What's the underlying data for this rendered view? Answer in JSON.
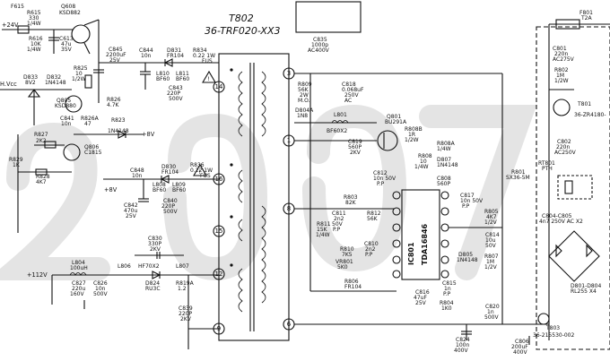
{
  "title": {
    "ref": "T802",
    "part": "36-TRF020-XX3"
  },
  "rails": {
    "v24": "+24V",
    "hvcc": "H.Vcc",
    "v8a": "+8V",
    "v8b": "+8V",
    "v112": "+112V"
  },
  "transformer": {
    "left_pins": [
      "14",
      "16",
      "15",
      "12",
      "9"
    ],
    "right_pins": [
      "3",
      "1",
      "8",
      "6"
    ]
  },
  "left": {
    "f615": "F615",
    "r615": "R615",
    "r615v": "330",
    "r615w": "1/4W",
    "q608": "Q608",
    "q608t": "KSD882",
    "r616": "R616",
    "r616v": "10K",
    "r616w": "1/4W",
    "c613": "C613",
    "c613v": "47u",
    "c613w": "35V",
    "c845": "C845",
    "c845v": "2200uF",
    "c845w": "25V",
    "c844": "C844",
    "c844v": "10n",
    "r825": "R825",
    "r825v": "10",
    "r825w": "1/2W",
    "d833": "D833",
    "d833t": "8V2",
    "d832": "D832",
    "d832t": "1N4148",
    "q805": "Q805",
    "q805t": "KSD880",
    "r826": "R826",
    "r826v": "4.7K",
    "c841": "C841",
    "c841v": "10n",
    "r826a": "R826A",
    "r826av": "47",
    "r823": "R823",
    "d823t": "1N4148",
    "r827": "R827",
    "r827v": "2K2",
    "q806": "Q806",
    "q806t": "C1815",
    "r829": "R829",
    "r829v": "1K",
    "r828": "R828",
    "r828v": "4K7",
    "l804": "L804",
    "l804v": "100uH",
    "c827": "C827",
    "c827v": "220u",
    "c827w": "160V",
    "c826": "C826",
    "c826v": "10n",
    "c826w": "500V",
    "l806": "L806",
    "hf": "HF70X2",
    "l807": "L807",
    "c830": "C830",
    "c830v": "330P",
    "c830w": "2KV",
    "d824": "D824",
    "d824t": "RU3C",
    "r819a": "R819A",
    "r819av": "1.2",
    "c839": "C839",
    "c839v": "220P",
    "c839w": "2KV"
  },
  "middle": {
    "d831": "D831",
    "d831t": "FR104",
    "l810": "L810",
    "l810t": "BF60",
    "l811": "L811",
    "l811t": "BF60",
    "c843": "C843",
    "c843v": "220P",
    "c843w": "500V",
    "r834": "R834",
    "r834v": "0.22 1W",
    "r834f": "FUS",
    "c848": "C848",
    "c848v": "10n",
    "d830": "D830",
    "d830t": "FR104",
    "l808": "L808",
    "l808t": "BF60",
    "l809": "L809",
    "l809t": "BF60",
    "c840": "C840",
    "c840v": "220P",
    "c840w": "500V",
    "c842": "C842",
    "c842v": "470u",
    "c842w": "25V",
    "r836": "R836",
    "r836v": "0.22 1W",
    "r836f": "FUS"
  },
  "right": {
    "c835": "C835",
    "c835v": "1000p",
    "c835w": "AC400V",
    "r809": "R809",
    "r809v": "56K",
    "r809w": "2W",
    "r809m": "M.O.",
    "c818": "C818",
    "c818v": "0.068uF",
    "c818w": "250V",
    "c818a": "AC",
    "d804a": "D804A",
    "d804at": "1N8",
    "l801": "L801",
    "l801t": "BF60X2",
    "q801": "Q801",
    "q801t": "BU291A",
    "r808b": "R808B",
    "r808bv": "1R",
    "r808bw": "1/2W",
    "r808a": "R808A",
    "r808av": "1/4W",
    "c819": "C819",
    "c819v": "560P",
    "c819w": "2KV",
    "r808": "R808",
    "r808v": "10",
    "r808w": "1/4W",
    "d807": "D807",
    "d807t": "1N4148",
    "c808": "C808",
    "c808v": "560P",
    "c812": "C812",
    "c812v": "10n 50V",
    "c812p": "P.P",
    "r803": "R803",
    "r803v": "82K",
    "c817": "C817",
    "c817v": "10n 50V",
    "c817p": "P.P",
    "r805": "R805",
    "r805v": "4K7",
    "r805w": "1/2V",
    "c811": "C811",
    "c811v": "2n2",
    "c811w": "50V",
    "c811p": "P.P",
    "r812": "R812",
    "r812v": "56K",
    "r811": "R811",
    "r811v": "15K",
    "r811w": "1/4W",
    "ic": "IC801",
    "ict": "TDA16846",
    "c814": "C814",
    "c814v": "10u",
    "c814w": "50V",
    "r810": "R810",
    "r810v": "7K5",
    "c810": "C810",
    "c810v": "2n2",
    "c810p": "P.P",
    "vr801": "VR801",
    "vr801v": "5K0",
    "d805": "D805",
    "d805t": "1N4148",
    "r807": "R807",
    "r807v": "1M",
    "r807w": "1/2V",
    "r806": "R806",
    "r806t": "FR104",
    "c816": "C816",
    "c816v": "47uF",
    "c816w": "25V",
    "c815": "C815",
    "c815v": "1n",
    "c815p": "P.P",
    "r804": "R804",
    "r804v": "1K0",
    "c824": "C824",
    "c824v": "100n",
    "c824w": "400V",
    "c820": "C820",
    "c820v": "1n",
    "c820w": "500V"
  },
  "mains": {
    "f801": "F801",
    "f801t": "T2A",
    "c801": "C801",
    "c801v": "220n",
    "c801w": "AC275V",
    "r802": "R802",
    "r802v": "1M",
    "r802w": "1/2W",
    "t801": "T801",
    "t801t": "36-ZR4180-",
    "c802": "C802",
    "c802v": "220n",
    "c802w": "AC250V",
    "rt801": "RT801",
    "rt801t": "PTH",
    "r801": "R801",
    "r801t": "SX36-5M",
    "c804": "C804-C805",
    "c804v": "4n7 250V AC X2",
    "d801": "D801-D804",
    "d801t": "RL255 X4",
    "t803": "T803",
    "t803t": "36-215530-002",
    "c806": "C806",
    "c806v": "200uF",
    "c806w": "400V"
  }
}
